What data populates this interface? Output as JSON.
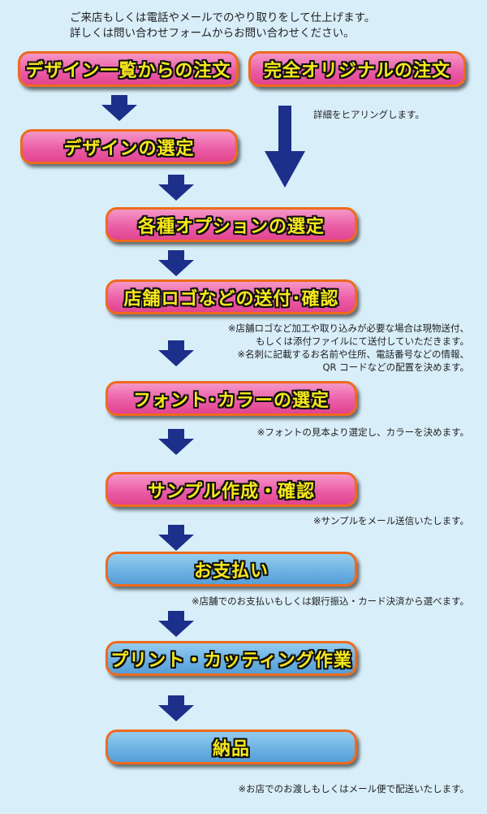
{
  "intro": {
    "line1": "ご来店もしくは電話やメールでのやり取りをして仕上げます。",
    "line2": "詳しくは問い合わせフォームからお問い合わせください。"
  },
  "steps": {
    "order_catalog": "デザイン一覧からの注文",
    "order_original": "完全オリジナルの注文",
    "design_select": "デザインの選定",
    "options_select": "各種オプションの選定",
    "logo_send": "店舗ロゴなどの送付･確認",
    "font_color": "フォント･カラーの選定",
    "sample": "サンプル作成・確認",
    "payment": "お支払い",
    "printing": "プリント・カッティング作業",
    "delivery": "納品"
  },
  "notes": {
    "hearing": "詳細をヒアリングします。",
    "logo_1": "※店舗ロゴなど加工や取り込みが必要な場合は現物送付、",
    "logo_2": "もしくは添付ファイルにて送付していただきます。",
    "logo_3": "※名刺に記載するお名前や住所、電話番号などの情報、",
    "logo_4": "QR コードなどの配置を決めます。",
    "font": "※フォントの見本より選定し、カラーを決めます。",
    "sample": "※サンプルをメール送信いたします。",
    "payment": "※店舗でのお支払いもしくは銀行振込・カード決済から選べます。",
    "delivery": "※お店でのお渡しもしくはメール便で配送いたします。"
  },
  "colors": {
    "background": "#d8eef9",
    "pink_button": "#ea5aa5",
    "blue_button": "#6ab0e1",
    "border": "#ee6a1d",
    "label_text": "#f6e81a",
    "arrow": "#1c2f8a"
  },
  "icons": {
    "small_arrow": "down-arrow-icon",
    "large_arrow": "large-down-arrow-icon"
  }
}
